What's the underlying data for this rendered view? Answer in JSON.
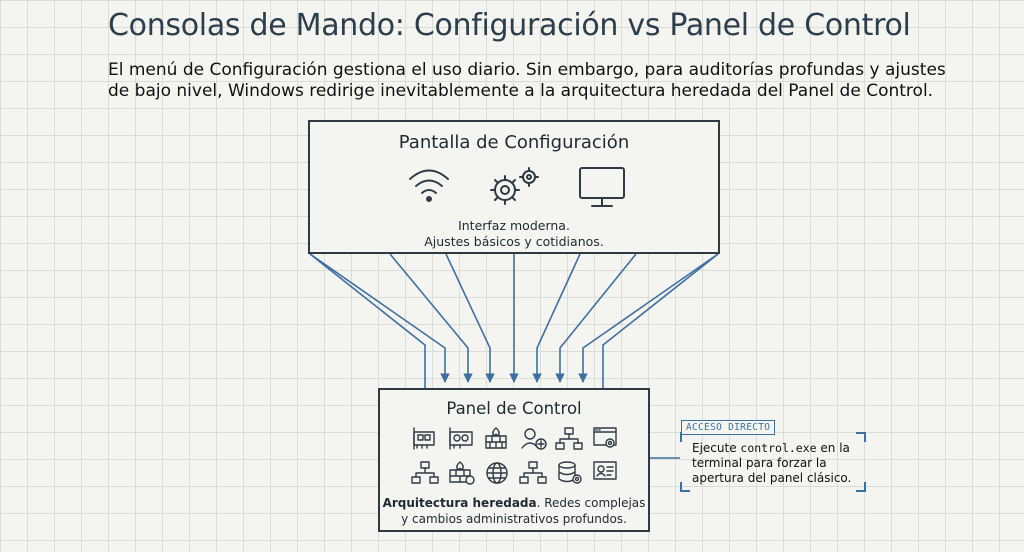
{
  "title": "Consolas de Mando: Configuración vs Panel de Control",
  "subtitle": "El menú de Configuración gestiona el uso diario. Sin embargo, para auditorías profundas y ajustes de bajo nivel, Windows redirige inevitablemente a la arquitectura heredada del Panel de Control.",
  "settings_box": {
    "title": "Pantalla de Configuración",
    "icons": [
      "wifi-icon",
      "gears-icon",
      "monitor-icon"
    ],
    "desc_line1": "Interfaz moderna.",
    "desc_line2": "Ajustes básicos y cotidianos."
  },
  "control_panel_box": {
    "title": "Panel de Control",
    "icons_row1": [
      "network-card-icon",
      "graphics-card-icon",
      "firewall-icon",
      "user-add-icon",
      "network-tree-icon",
      "window-settings-icon"
    ],
    "icons_row2": [
      "network-tree-icon",
      "firewall-gear-icon",
      "globe-shield-icon",
      "network-tree-icon",
      "database-gear-icon",
      "id-card-icon"
    ],
    "desc_bold": "Arquitectura heredada",
    "desc_rest": ". Redes complejas",
    "desc_line2": "y cambios administrativos profundos."
  },
  "shortcut": {
    "tag": "ACCESO DIRECTO",
    "text_before": "Ejecute ",
    "command": "control.exe",
    "text_after": " en la terminal para forzar la apertura del panel clásico."
  },
  "colors": {
    "line": "#3f6fa0",
    "box_border": "#2f3a44",
    "text": "#1f2a33"
  }
}
